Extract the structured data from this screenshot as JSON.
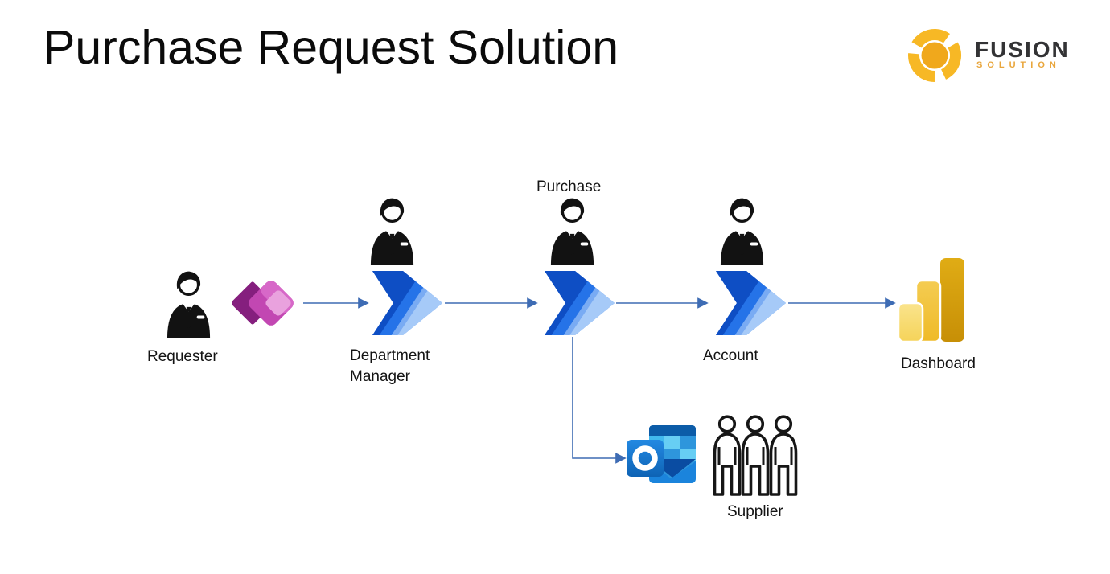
{
  "title": "Purchase Request Solution",
  "logo": {
    "brand": "FUSION",
    "sub": "SOLUTION"
  },
  "labels": {
    "requester": "Requester",
    "department_manager": "Department Manager",
    "purchase": "Purchase",
    "account": "Account",
    "dashboard": "Dashboard",
    "supplier": "Supplier"
  },
  "icons": {
    "requester": "businessman-icon",
    "department_manager": "businessman-icon",
    "purchase": "businessman-icon",
    "account": "businessman-icon",
    "app_entry": "power-apps-icon",
    "flow_steps": "power-automate-icon",
    "dashboard": "power-bi-icon",
    "email": "outlook-icon",
    "supplier": "people-group-icon",
    "brand": "fusion-pinwheel-icon"
  },
  "connectors": [
    "requester-app-to-department-manager-flow",
    "department-manager-flow-to-purchase-flow",
    "purchase-flow-to-account-flow",
    "account-flow-to-dashboard",
    "purchase-flow-down-to-outlook-supplier"
  ],
  "colors": {
    "connector_blue": "#3E6CB4",
    "power_apps_dark": "#851F7E",
    "power_apps_mid": "#C247B2",
    "power_apps_light": "#E9A2DE",
    "power_automate_dark": "#0E4EC4",
    "power_automate_mid": "#2573E8",
    "power_automate_light": "#A6CAF8",
    "power_bi_gold": "#D9A50E",
    "outlook_blue": "#0F6CBD",
    "person_black": "#121212",
    "brand_gold": "#F7B825",
    "brand_text": "#333335",
    "brand_sub_gold": "#E9A63C"
  }
}
